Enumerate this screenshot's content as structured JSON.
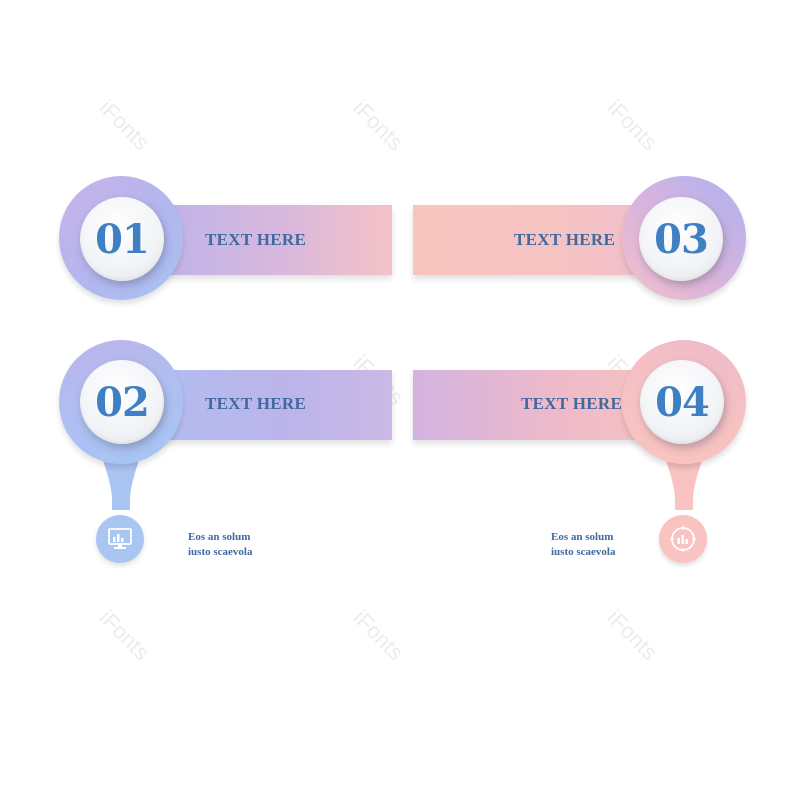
{
  "watermark": "iFonts",
  "colors": {
    "purple": "#b9aee8",
    "blue": "#a9c6f2",
    "pink": "#f8c3c0",
    "number": "#3f7fc4",
    "label": "#3f6aa0"
  },
  "items": [
    {
      "number": "01",
      "label": "TEXT HERE"
    },
    {
      "number": "02",
      "label": "TEXT HERE",
      "caption_line1": "Eos an solum",
      "caption_line2": "iusto scaevola",
      "icon": "monitor-chart-icon"
    },
    {
      "number": "03",
      "label": "TEXT HERE"
    },
    {
      "number": "04",
      "label": "TEXT HERE",
      "caption_line1": "Eos an solum",
      "caption_line2": "iusto scaevola",
      "icon": "circular-chart-icon"
    }
  ]
}
